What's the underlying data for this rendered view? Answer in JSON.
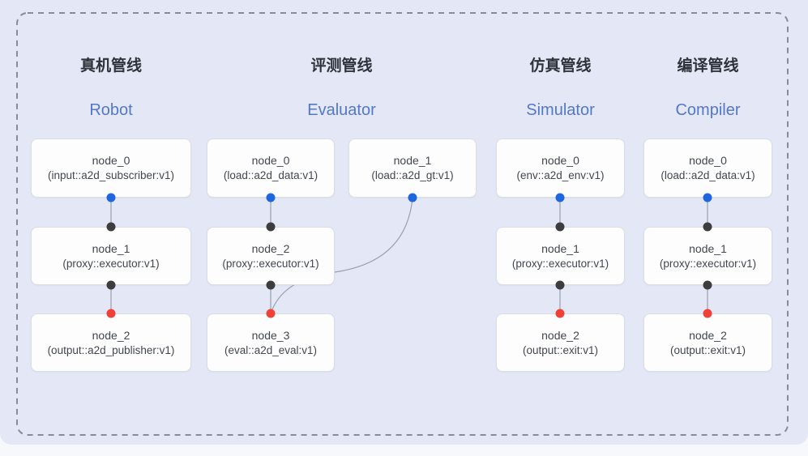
{
  "diagram": {
    "pipelines": [
      {
        "title_zh": "真机管线",
        "title_en": "Robot"
      },
      {
        "title_zh": "评测管线",
        "title_en": "Evaluator"
      },
      {
        "title_zh": "仿真管线",
        "title_en": "Simulator"
      },
      {
        "title_zh": "编译管线",
        "title_en": "Compiler"
      }
    ],
    "nodes": {
      "robot_0": {
        "title": "node_0",
        "subtitle": "(input::a2d_subscriber:v1)"
      },
      "robot_1": {
        "title": "node_1",
        "subtitle": "(proxy::executor:v1)"
      },
      "robot_2": {
        "title": "node_2",
        "subtitle": "(output::a2d_publisher:v1)"
      },
      "eval_0": {
        "title": "node_0",
        "subtitle": "(load::a2d_data:v1)"
      },
      "eval_1": {
        "title": "node_1",
        "subtitle": "(load::a2d_gt:v1)"
      },
      "eval_2": {
        "title": "node_2",
        "subtitle": "(proxy::executor:v1)"
      },
      "eval_3": {
        "title": "node_3",
        "subtitle": "(eval::a2d_eval:v1)"
      },
      "sim_0": {
        "title": "node_0",
        "subtitle": "(env::a2d_env:v1)"
      },
      "sim_1": {
        "title": "node_1",
        "subtitle": "(proxy::executor:v1)"
      },
      "sim_2": {
        "title": "node_2",
        "subtitle": "(output::exit:v1)"
      },
      "comp_0": {
        "title": "node_0",
        "subtitle": "(load::a2d_data:v1)"
      },
      "comp_1": {
        "title": "node_1",
        "subtitle": "(proxy::executor:v1)"
      },
      "comp_2": {
        "title": "node_2",
        "subtitle": "(output::exit:v1)"
      }
    },
    "edges": [
      {
        "from": "robot_0",
        "to": "robot_1"
      },
      {
        "from": "robot_1",
        "to": "robot_2"
      },
      {
        "from": "eval_0",
        "to": "eval_2"
      },
      {
        "from": "eval_1",
        "to": "eval_3"
      },
      {
        "from": "eval_2",
        "to": "eval_3"
      },
      {
        "from": "sim_0",
        "to": "sim_1"
      },
      {
        "from": "sim_1",
        "to": "sim_2"
      },
      {
        "from": "comp_0",
        "to": "comp_1"
      },
      {
        "from": "comp_1",
        "to": "comp_2"
      }
    ],
    "colors": {
      "background": "#e4e8f6",
      "panel_border": "#878c96",
      "node_bg": "#fdfdfe",
      "node_border": "#d9dde4",
      "title_zh": "#2e323a",
      "title_en": "#5378c8",
      "node_text": "#42474e",
      "edge_line": "#98a0ad",
      "port_blue": "#1e66e0",
      "port_dark": "#3d3d3f",
      "port_red": "#ef4136"
    }
  }
}
